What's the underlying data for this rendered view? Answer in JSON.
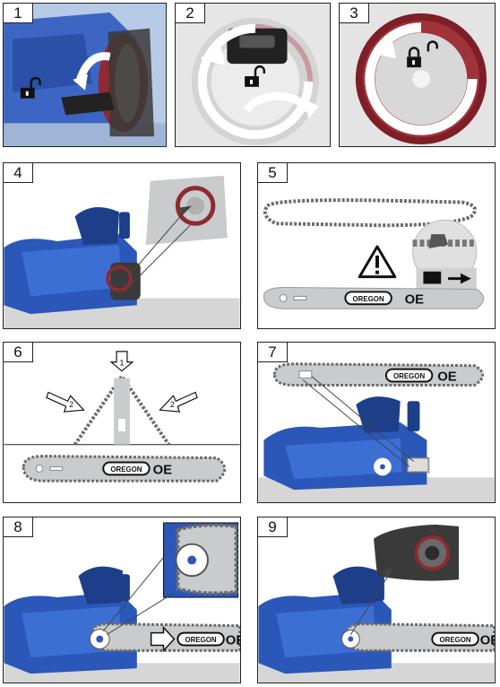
{
  "steps": [
    {
      "number": "1"
    },
    {
      "number": "2"
    },
    {
      "number": "3"
    },
    {
      "number": "4"
    },
    {
      "number": "5"
    },
    {
      "number": "6",
      "markers": [
        "1",
        "2",
        "2"
      ]
    },
    {
      "number": "7"
    },
    {
      "number": "8"
    },
    {
      "number": "9"
    }
  ],
  "bar": {
    "brand": "OREGON",
    "logo": "OE"
  },
  "icons": {
    "lock": "padlock-closed-icon",
    "unlock": "padlock-open-icon",
    "warning": "warning-triangle-icon"
  },
  "colors": {
    "chainsaw_blue": "#2a57b8",
    "bar_grey": "#c9cbcd",
    "ring_red": "#8e2a30",
    "floor": "#d6d6d6"
  }
}
